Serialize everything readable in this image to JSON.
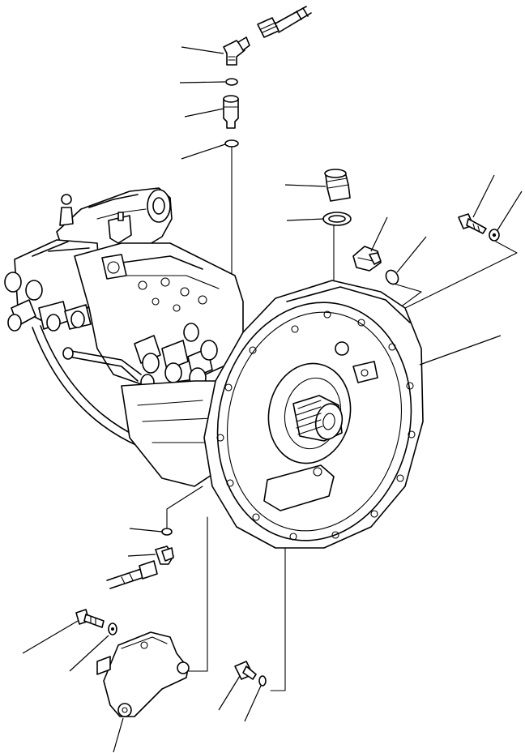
{
  "diagram": {
    "kind": "exploded-parts-drawing",
    "subject": "hydraulic-pump-assembly",
    "callouts": [
      "elbow-fitting",
      "o-ring",
      "connector",
      "o-ring",
      "plug",
      "washer",
      "plug",
      "o-ring",
      "bolt",
      "washer",
      "mounting-flange",
      "o-ring",
      "elbow-fitting",
      "bolt",
      "washer",
      "bracket",
      "bolt",
      "pin"
    ]
  }
}
